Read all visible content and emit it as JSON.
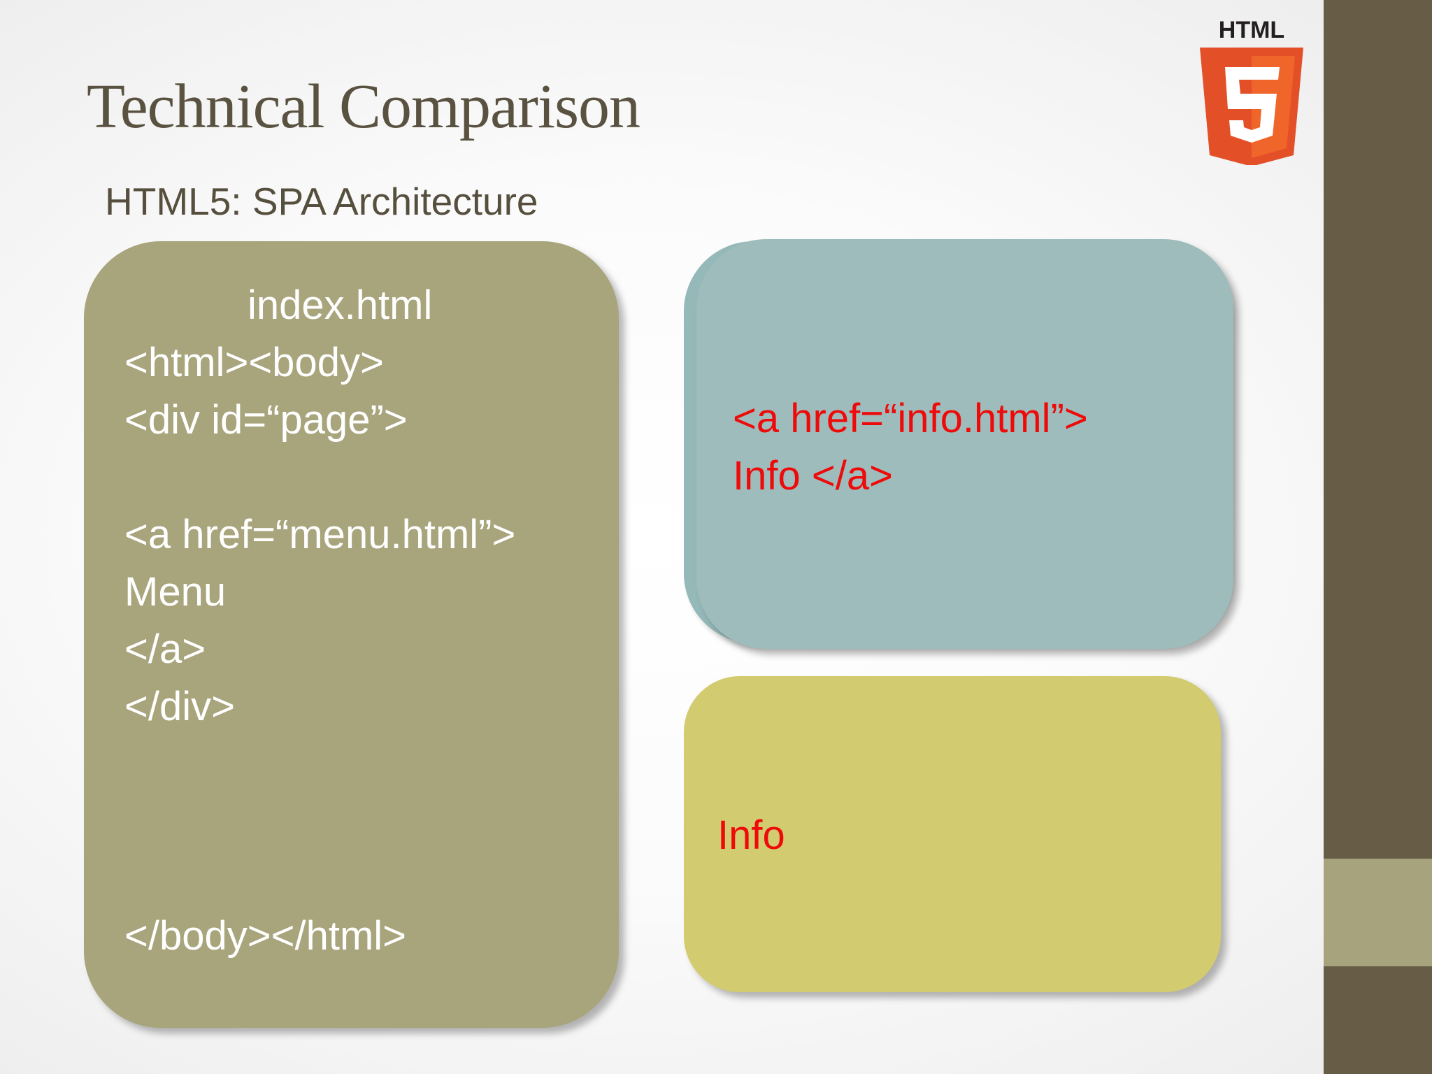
{
  "slide": {
    "title": "Technical Comparison",
    "subtitle": "HTML5: SPA Architecture",
    "logo": {
      "label": "HTML",
      "number": "5",
      "colors": {
        "shield_dark": "#e34f26",
        "shield_light": "#f06529",
        "text": "#231f20"
      }
    }
  },
  "index_panel": {
    "filename": "index.html",
    "lines": [
      "<html><body>",
      "<div id=“page”>",
      "<a href=“menu.html”>",
      "Menu",
      "</a>",
      "</div>",
      "</body></html>"
    ],
    "color": "#a8a47c"
  },
  "info_link_panel": {
    "lines": [
      "<a href=“info.html”>",
      "Info </a>"
    ],
    "color": "#9ebcbc"
  },
  "info_panel": {
    "text": "Info",
    "color": "#d3cb6f"
  },
  "colors": {
    "title": "#5a5241",
    "sidebar": "#675c46",
    "sidebar_accent": "#a7a47d",
    "highlight_text": "#ef0a0a"
  }
}
